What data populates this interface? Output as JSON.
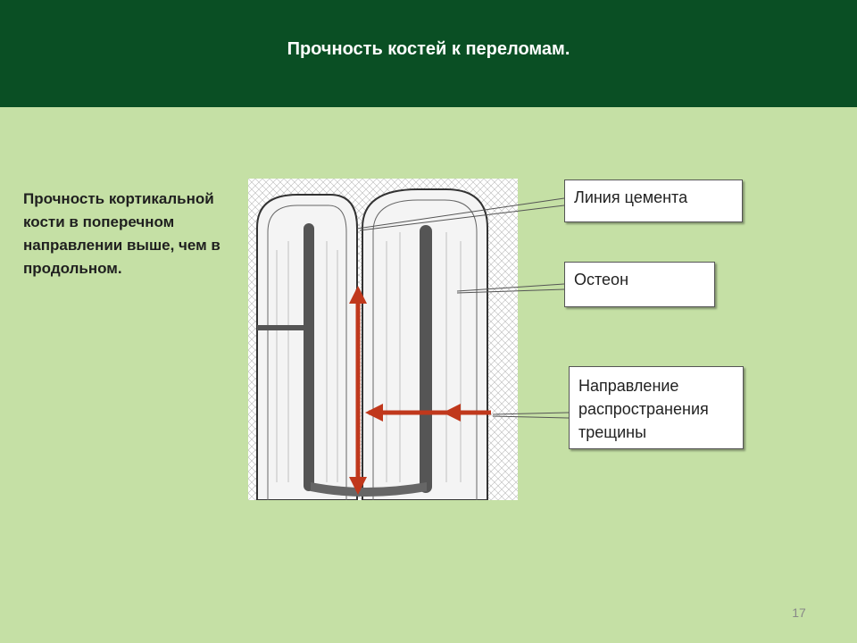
{
  "slide": {
    "title": "Прочность костей к переломам.",
    "body": "Прочность кортикальной кости в поперечном направлении выше, чем в продольном.",
    "page_number": "17"
  },
  "callouts": {
    "cement_line": "Линия цемента",
    "osteon": "Остеон",
    "crack_direction": "Направление распространения трещины"
  },
  "colors": {
    "header_bg": "#0a4f24",
    "slide_bg": "#c5e0a5",
    "arrow": "#c0381c"
  }
}
